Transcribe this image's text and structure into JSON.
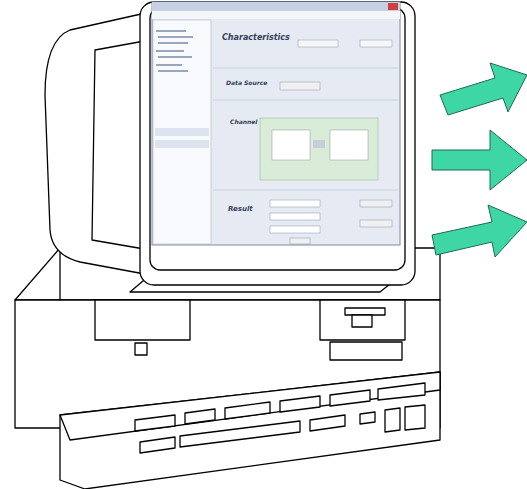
{
  "diagram": {
    "labels": [
      "Characteristics",
      "Data Source",
      "Channel",
      "Result"
    ]
  }
}
